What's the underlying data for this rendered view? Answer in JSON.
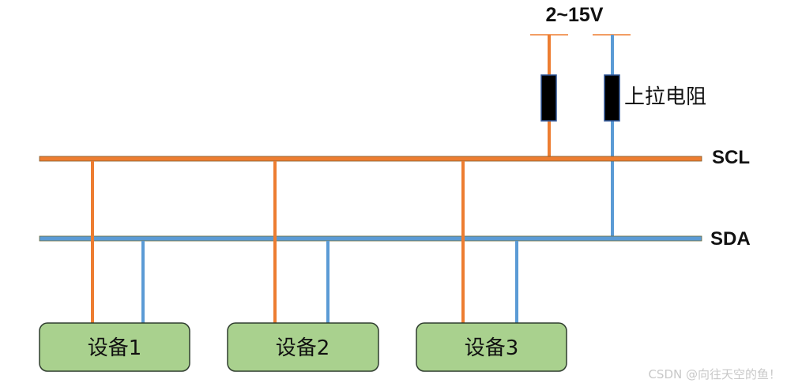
{
  "voltage_label": "2~15V",
  "resistor_label": "上拉电阻",
  "buses": {
    "scl_label": "SCL",
    "sda_label": "SDA"
  },
  "devices": [
    {
      "label": "设备1"
    },
    {
      "label": "设备2"
    },
    {
      "label": "设备3"
    }
  ],
  "watermark": "CSDN @向往天空的鱼！",
  "colors": {
    "scl_wire": "#ed7d31",
    "sda_wire": "#5b9bd5",
    "device_fill": "#a9d18e",
    "device_stroke": "#2f3d2f",
    "resistor_fill": "#000000",
    "resistor_stroke": "#2f5597"
  }
}
